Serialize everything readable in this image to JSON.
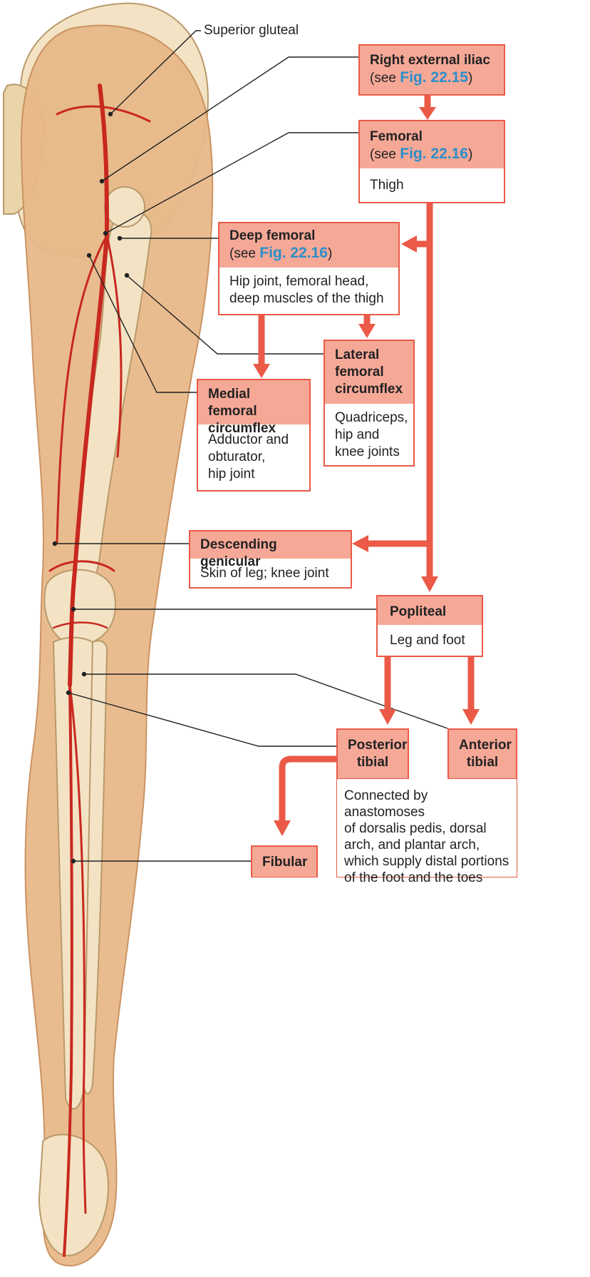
{
  "colors": {
    "arrow": "#ea5a47",
    "box_border": "#ea5a47",
    "box_header": "#f6a897",
    "figure_ref": "#2a8fc9",
    "leader_line": "#222222",
    "skin": "#e8b98a",
    "bone": "#f3e3c4",
    "artery": "#c8281f"
  },
  "labels": {
    "superior_gluteal": "Superior gluteal"
  },
  "boxes": {
    "right_external_iliac": {
      "title": "Right external iliac",
      "ref_prefix": "(see ",
      "ref": "Fig. 22.15",
      "ref_suffix": ")"
    },
    "femoral": {
      "title": "Femoral",
      "ref_prefix": "(see ",
      "ref": "Fig. 22.16",
      "ref_suffix": ")",
      "body": "Thigh"
    },
    "deep_femoral": {
      "title": "Deep femoral",
      "ref_prefix": "(see ",
      "ref": "Fig. 22.16",
      "ref_suffix": ")",
      "body_lines": [
        "Hip joint, femoral head,",
        "deep muscles of the thigh"
      ]
    },
    "lateral_femoral_circumflex": {
      "title_lines": [
        "Lateral",
        "femoral",
        "circumflex"
      ],
      "body_lines": [
        "Quadriceps,",
        "hip and",
        "knee joints"
      ]
    },
    "medial_femoral_circumflex": {
      "title_lines": [
        "Medial femoral",
        "circumflex"
      ],
      "body_lines": [
        "Adductor and",
        "obturator,",
        "hip joint"
      ]
    },
    "descending_genicular": {
      "title": "Descending genicular",
      "body": "Skin of leg; knee joint"
    },
    "popliteal": {
      "title": "Popliteal",
      "body": "Leg and foot"
    },
    "posterior_tibial": {
      "title_lines": [
        "Posterior",
        "tibial"
      ]
    },
    "anterior_tibial": {
      "title_lines": [
        "Anterior",
        "tibial"
      ]
    },
    "distal_note": {
      "body_lines": [
        "Connected by anastomoses",
        "of dorsalis pedis, dorsal",
        "arch, and plantar arch,",
        "which supply distal portions",
        "of the foot and the toes"
      ]
    },
    "fibular": {
      "title": "Fibular"
    }
  }
}
